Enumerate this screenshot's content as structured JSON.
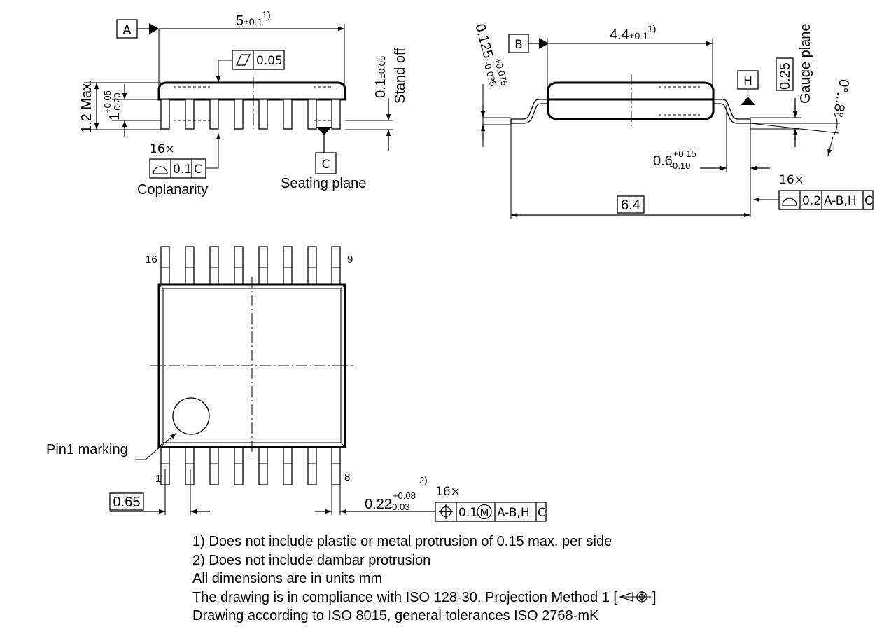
{
  "top_view": {
    "datum_a": "A",
    "length_value": "5",
    "length_tol": "±0.1",
    "length_note": "1)",
    "flatness_value": "0.05",
    "height_max": "1.2 Max.",
    "body_height": "1",
    "body_height_tol_upper": "+0.05",
    "body_height_tol_lower": "-0.20",
    "standoff_value": "0.1",
    "standoff_tol": "±0.05",
    "standoff_label": "Stand off",
    "coplanarity_count": "16×",
    "coplanarity_value": "0.1",
    "coplanarity_datum": "C",
    "coplanarity_label": "Coplanarity",
    "datum_c": "C",
    "seating_plane_label": "Seating plane"
  },
  "side_view": {
    "datum_b": "B",
    "width_value": "4.4",
    "width_tol": "±0.1",
    "width_note": "1)",
    "lead_thickness": "0.125",
    "lead_thickness_upper": "+0.075",
    "lead_thickness_lower": "-0.035",
    "datum_h": "H",
    "gauge_value": "0.25",
    "gauge_label": "Gauge plane",
    "angle_label": "0°...8°",
    "foot_length": "0.6",
    "foot_upper": "+0.15",
    "foot_lower": "-0.10",
    "span_value": "6.4",
    "profile_count": "16×",
    "profile_value": "0.2",
    "profile_datums": "A-B,H",
    "profile_datum_c": "C"
  },
  "plan_view": {
    "pin_16": "16",
    "pin_9": "9",
    "pin_1": "1",
    "pin_8": "8",
    "pin1_label": "Pin1 marking",
    "pitch_value": "0.65",
    "lead_width": "0.22",
    "lead_width_upper": "+0.08",
    "lead_width_lower": "-0.03",
    "lead_width_note": "2)",
    "position_count": "16×",
    "position_value": "0.1",
    "position_modifier": "M",
    "position_datums": "A-B,H",
    "position_datum_c": "C"
  },
  "notes": [
    "1) Does not include plastic or metal protrusion of 0.15 max. per side",
    "2) Does not include dambar protrusion",
    "All dimensions are in units mm",
    "The drawing is in compliance with ISO 128-30, Projection Method 1 [",
    "]",
    "Drawing according to ISO 8015, general tolerances ISO 2768-mK"
  ]
}
